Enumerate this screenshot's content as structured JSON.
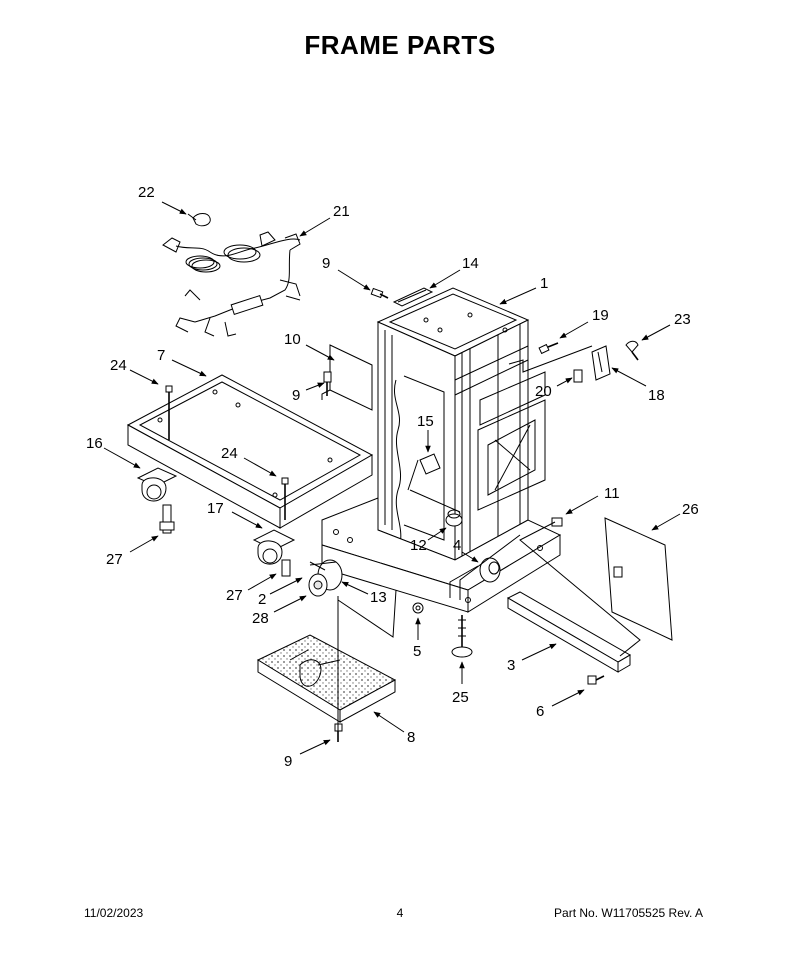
{
  "page": {
    "title": "FRAME PARTS",
    "date": "11/02/2023",
    "page_number": "4",
    "part_number": "Part No. W11705525  Rev. A"
  },
  "callouts": [
    {
      "id": "c22",
      "label": "22"
    },
    {
      "id": "c21",
      "label": "21"
    },
    {
      "id": "c9a",
      "label": "9"
    },
    {
      "id": "c14",
      "label": "14"
    },
    {
      "id": "c1",
      "label": "1"
    },
    {
      "id": "c19",
      "label": "19"
    },
    {
      "id": "c23",
      "label": "23"
    },
    {
      "id": "c10",
      "label": "10"
    },
    {
      "id": "c9b",
      "label": "9"
    },
    {
      "id": "c20",
      "label": "20"
    },
    {
      "id": "c18",
      "label": "18"
    },
    {
      "id": "c7",
      "label": "7"
    },
    {
      "id": "c24a",
      "label": "24"
    },
    {
      "id": "c16",
      "label": "16"
    },
    {
      "id": "c24b",
      "label": "24"
    },
    {
      "id": "c15",
      "label": "15"
    },
    {
      "id": "c11",
      "label": "11"
    },
    {
      "id": "c26",
      "label": "26"
    },
    {
      "id": "c17",
      "label": "17"
    },
    {
      "id": "c12",
      "label": "12"
    },
    {
      "id": "c4",
      "label": "4"
    },
    {
      "id": "c27a",
      "label": "27"
    },
    {
      "id": "c27b",
      "label": "27"
    },
    {
      "id": "c2",
      "label": "2"
    },
    {
      "id": "c13",
      "label": "13"
    },
    {
      "id": "c28",
      "label": "28"
    },
    {
      "id": "c5",
      "label": "5"
    },
    {
      "id": "c3",
      "label": "3"
    },
    {
      "id": "c25",
      "label": "25"
    },
    {
      "id": "c6",
      "label": "6"
    },
    {
      "id": "c8",
      "label": "8"
    },
    {
      "id": "c9c",
      "label": "9"
    }
  ]
}
